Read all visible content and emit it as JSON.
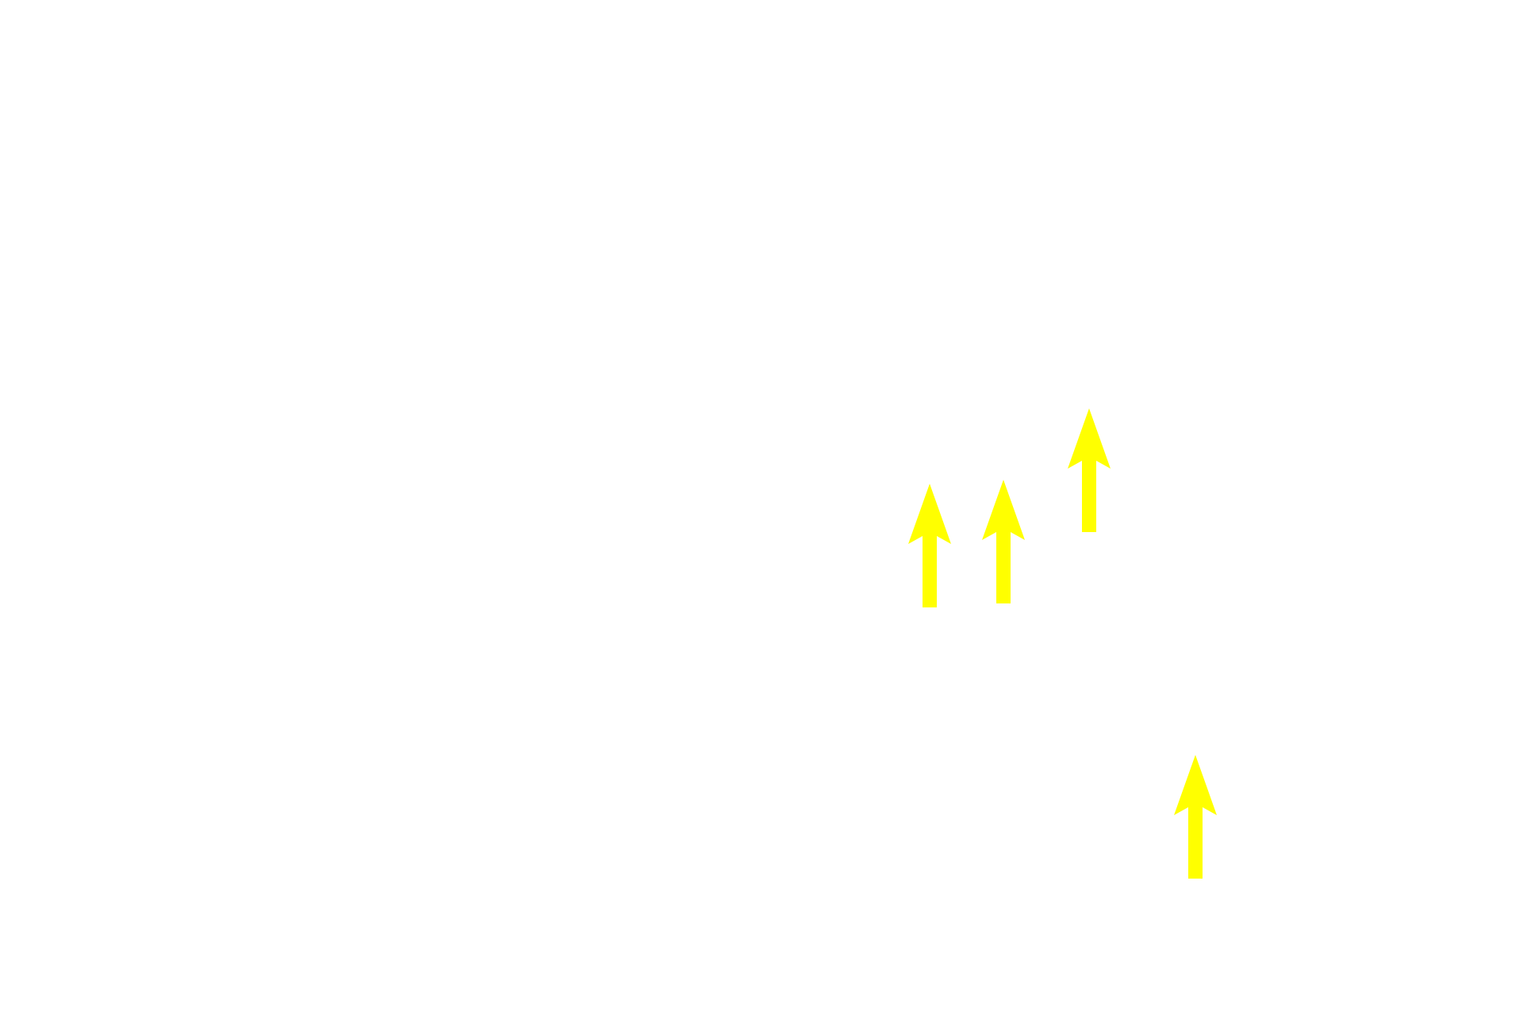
{
  "canvas": {
    "background_color": "#ffffff"
  },
  "arrows": [
    {
      "icon": "arrow-up-icon",
      "color": "#ffff00",
      "direction": "up"
    },
    {
      "icon": "arrow-up-icon",
      "color": "#ffff00",
      "direction": "up"
    },
    {
      "icon": "arrow-up-icon",
      "color": "#ffff00",
      "direction": "up"
    },
    {
      "icon": "arrow-up-icon",
      "color": "#ffff00",
      "direction": "up"
    }
  ]
}
